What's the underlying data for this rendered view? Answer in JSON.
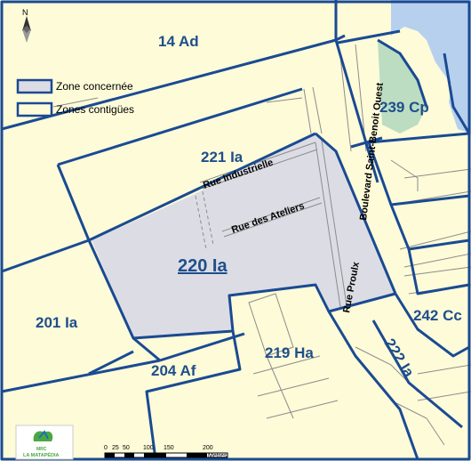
{
  "map": {
    "north_label": "N",
    "zones": {
      "z14": "14 Ad",
      "z221": "221 Ia",
      "z220": "220 Ia",
      "z201": "201 Ia",
      "z204": "204 Af",
      "z219": "219 Ha",
      "z239": "239 Cp",
      "z242": "242 Cc",
      "z222": "222 Ia"
    },
    "streets": {
      "industrielle": "Rue Industrielle",
      "ateliers": "Rue des Ateliers",
      "proulx": "Rue Proulx",
      "boulevard": "Boulevard Saint-Benoit Ouest"
    },
    "legend": {
      "concerned": "Zone concernée",
      "adjacent": "Zones contigües"
    },
    "scale": {
      "ticks": [
        "0",
        "25",
        "50",
        "100",
        "150",
        "200"
      ],
      "unit": "Mètres"
    },
    "logo": {
      "line1": "MRC",
      "line2": "LA MATAPÉDIA"
    },
    "colors": {
      "zone_fill": "#fdfbd8",
      "concerned_fill": "#dcdde4",
      "border": "#1a4a93",
      "water": "#b6d0ee"
    }
  }
}
